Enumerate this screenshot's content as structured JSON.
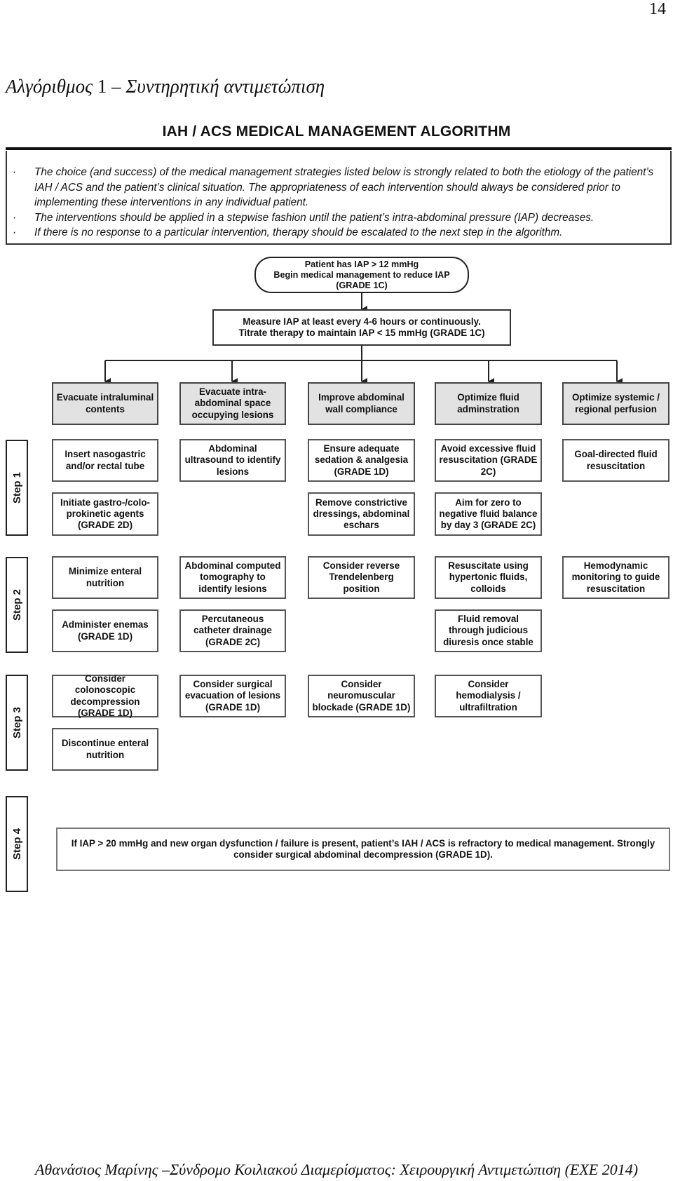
{
  "page_number": "14",
  "doc_title": {
    "prefix": "Αλγόριθμος",
    "number": "1",
    "suffix": "– Συντηρητική αντιμετώπιση"
  },
  "algorithm_title": "IAH / ACS MEDICAL MANAGEMENT ALGORITHM",
  "notes": [
    "The choice (and success) of the medical management strategies listed below is strongly related to both the etiology of the patient’s IAH / ACS and the patient’s clinical situation. The appropriateness of each intervention should always be considered prior to implementing these interventions in any individual patient.",
    "The interventions should be applied in a stepwise fashion until the patient’s intra-abdominal pressure (IAP) decreases.",
    "If there is no response to a particular intervention, therapy should be escalated to the next step in the algorithm."
  ],
  "bullet_char": "·",
  "start_box": {
    "line1": "Patient has IAP > 12 mmHg",
    "line2": "Begin medical management to reduce IAP",
    "line3": "(GRADE 1C)"
  },
  "measure_box": {
    "line1": "Measure IAP at least every 4-6 hours or continuously.",
    "line2": "Titrate therapy to maintain IAP < 15 mmHg (GRADE 1C)"
  },
  "categories": [
    "Evacuate intraluminal contents",
    "Evacuate intra-abdominal space occupying lesions",
    "Improve abdominal wall compliance",
    "Optimize fluid adminstration",
    "Optimize systemic / regional perfusion"
  ],
  "steps": {
    "step1": {
      "label": "Step 1",
      "row1": [
        "Insert nasogastric and/or rectal tube",
        "Abdominal ultrasound to identify lesions",
        "Ensure adequate sedation & analgesia (GRADE 1D)",
        "Avoid excessive fluid resuscitation (GRADE 2C)",
        "Goal-directed fluid resuscitation"
      ],
      "row2": [
        "Initiate gastro-/colo-prokinetic agents (GRADE 2D)",
        "",
        "Remove constrictive dressings, abdominal eschars",
        "Aim for zero to negative fluid balance by day 3 (GRADE 2C)",
        ""
      ]
    },
    "step2": {
      "label": "Step 2",
      "row1": [
        "Minimize enteral nutrition",
        "Abdominal computed tomography to identify lesions",
        "Consider reverse Trendelenberg position",
        "Resuscitate using hypertonic fluids, colloids",
        "Hemodynamic monitoring to guide resuscitation"
      ],
      "row2": [
        "Administer enemas (GRADE 1D)",
        "Percutaneous catheter drainage (GRADE 2C)",
        "",
        "Fluid removal through judicious diuresis once stable",
        ""
      ]
    },
    "step3": {
      "label": "Step 3",
      "row1": [
        "Consider colonoscopic decompression (GRADE 1D)",
        "Consider surgical evacuation of lesions (GRADE 1D)",
        "Consider neuromuscular blockade (GRADE 1D)",
        "Consider hemodialysis / ultrafiltration",
        ""
      ],
      "row2": [
        "Discontinue enteral nutrition",
        "",
        "",
        "",
        ""
      ]
    },
    "step4": {
      "label": "Step 4",
      "text": "If IAP > 20 mmHg and new organ dysfunction / failure is present, patient’s IAH / ACS is refractory to medical management.  Strongly consider surgical abdominal decompression (GRADE 1D)."
    }
  },
  "footer": "Αθανάσιος Μαρίνης –Σύνδρομο Κοιλιακού Διαμερίσματος: Χειρουργική Αντιμετώπιση (ΕΧΕ 2014)"
}
